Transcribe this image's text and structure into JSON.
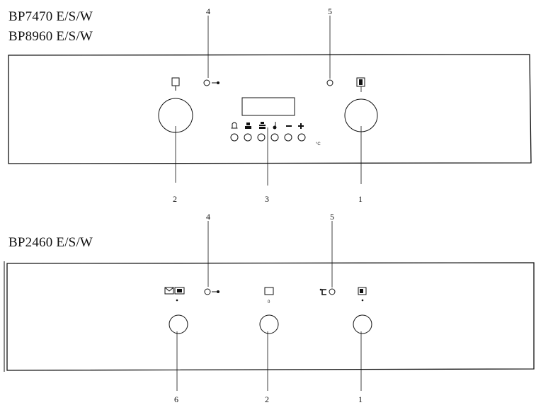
{
  "models_top": [
    "BP7470 E/S/W",
    "BP8960 E/S/W"
  ],
  "models_bottom": [
    "BP2460 E/S/W"
  ],
  "callouts_top": [
    "4",
    "5",
    "2",
    "3",
    "1"
  ],
  "callouts_bottom": [
    "4",
    "5",
    "6",
    "2",
    "1"
  ],
  "temperature_unit": "°C",
  "pointer_mark": "0"
}
